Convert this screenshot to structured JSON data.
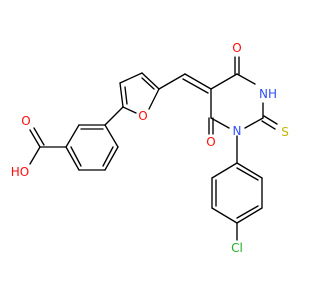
{
  "molecule": {
    "atoms": {
      "o_carbonyl_top": {
        "label": "O",
        "color": "#ff0d0d"
      },
      "nh": {
        "label": "NH",
        "color": "#3050f8"
      },
      "s_thione": {
        "label": "S",
        "color": "#c8b400"
      },
      "n_aryl": {
        "label": "N",
        "color": "#3050f8"
      },
      "o_carbonyl_left": {
        "label": "O",
        "color": "#ff0d0d"
      },
      "o_furan": {
        "label": "O",
        "color": "#ff0d0d"
      },
      "o_acid_double": {
        "label": "O",
        "color": "#ff0d0d"
      },
      "oh": {
        "label": "HO",
        "color": "#ff0d0d"
      },
      "cl": {
        "label": "Cl",
        "color": "#1fb01f"
      }
    }
  }
}
